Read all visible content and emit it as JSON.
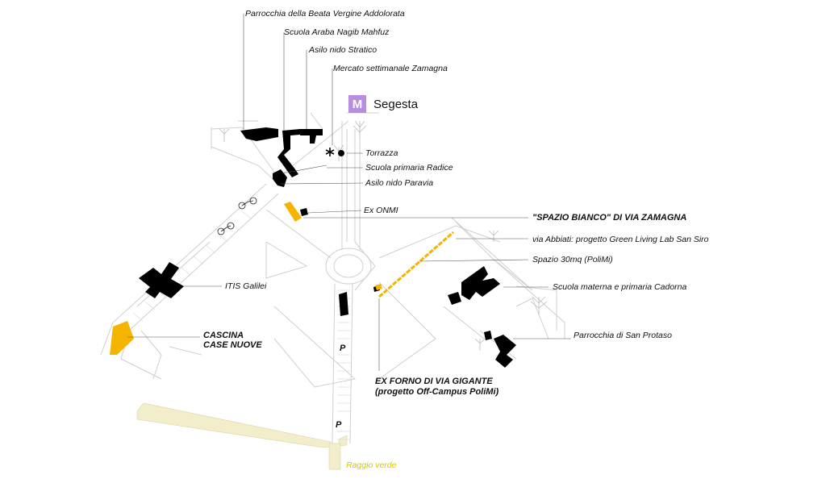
{
  "metro": {
    "badge": "M",
    "name": "Segesta",
    "color": "#b98ee0"
  },
  "colors": {
    "highlight": "#f5b400",
    "buildings": "#000000",
    "roads": "#d4d4d4",
    "green_ray": "#f2eecb",
    "green_label": "#d9c400"
  },
  "labels": {
    "parrocchia_beata": "Parrocchia della Beata Vergine Addolorata",
    "scuola_araba": "Scuola Araba Nagib Mahfuz",
    "asilo_stratico": "Asilo nido Stratico",
    "mercato": "Mercato settimanale Zamagna",
    "torrazza": "Torrazza",
    "scuola_radice": "Scuola primaria Radice",
    "asilo_paravia": "Asilo nido Paravia",
    "ex_onmi": "Ex ONMI",
    "spazio_bianco": "\"SPAZIO BIANCO\" DI VIA ZAMAGNA",
    "via_abbiati": "via Abbiati: progetto Green Living Lab San Siro",
    "spazio_30mq": "Spazio 30mq (PoliMi)",
    "scuola_cadorna": "Scuola materna e primaria Cadorna",
    "itis_galilei": "ITIS Galilei",
    "parrocchia_protaso": "Parrocchia di San Protaso",
    "cascina_line1": "CASCINA",
    "cascina_line2": "CASE NUOVE",
    "ex_forno_line1": "EX FORNO DI VIA GIGANTE",
    "ex_forno_line2": "(progetto Off-Campus PoliMi)",
    "raggio_verde": "Raggio verde"
  },
  "parking": {
    "p1": "P",
    "p2": "P"
  },
  "icons": {
    "star": "asterisk-icon",
    "dot": "dot-marker-icon",
    "bike": "bicycle-icon",
    "tree": "tree-icon"
  }
}
